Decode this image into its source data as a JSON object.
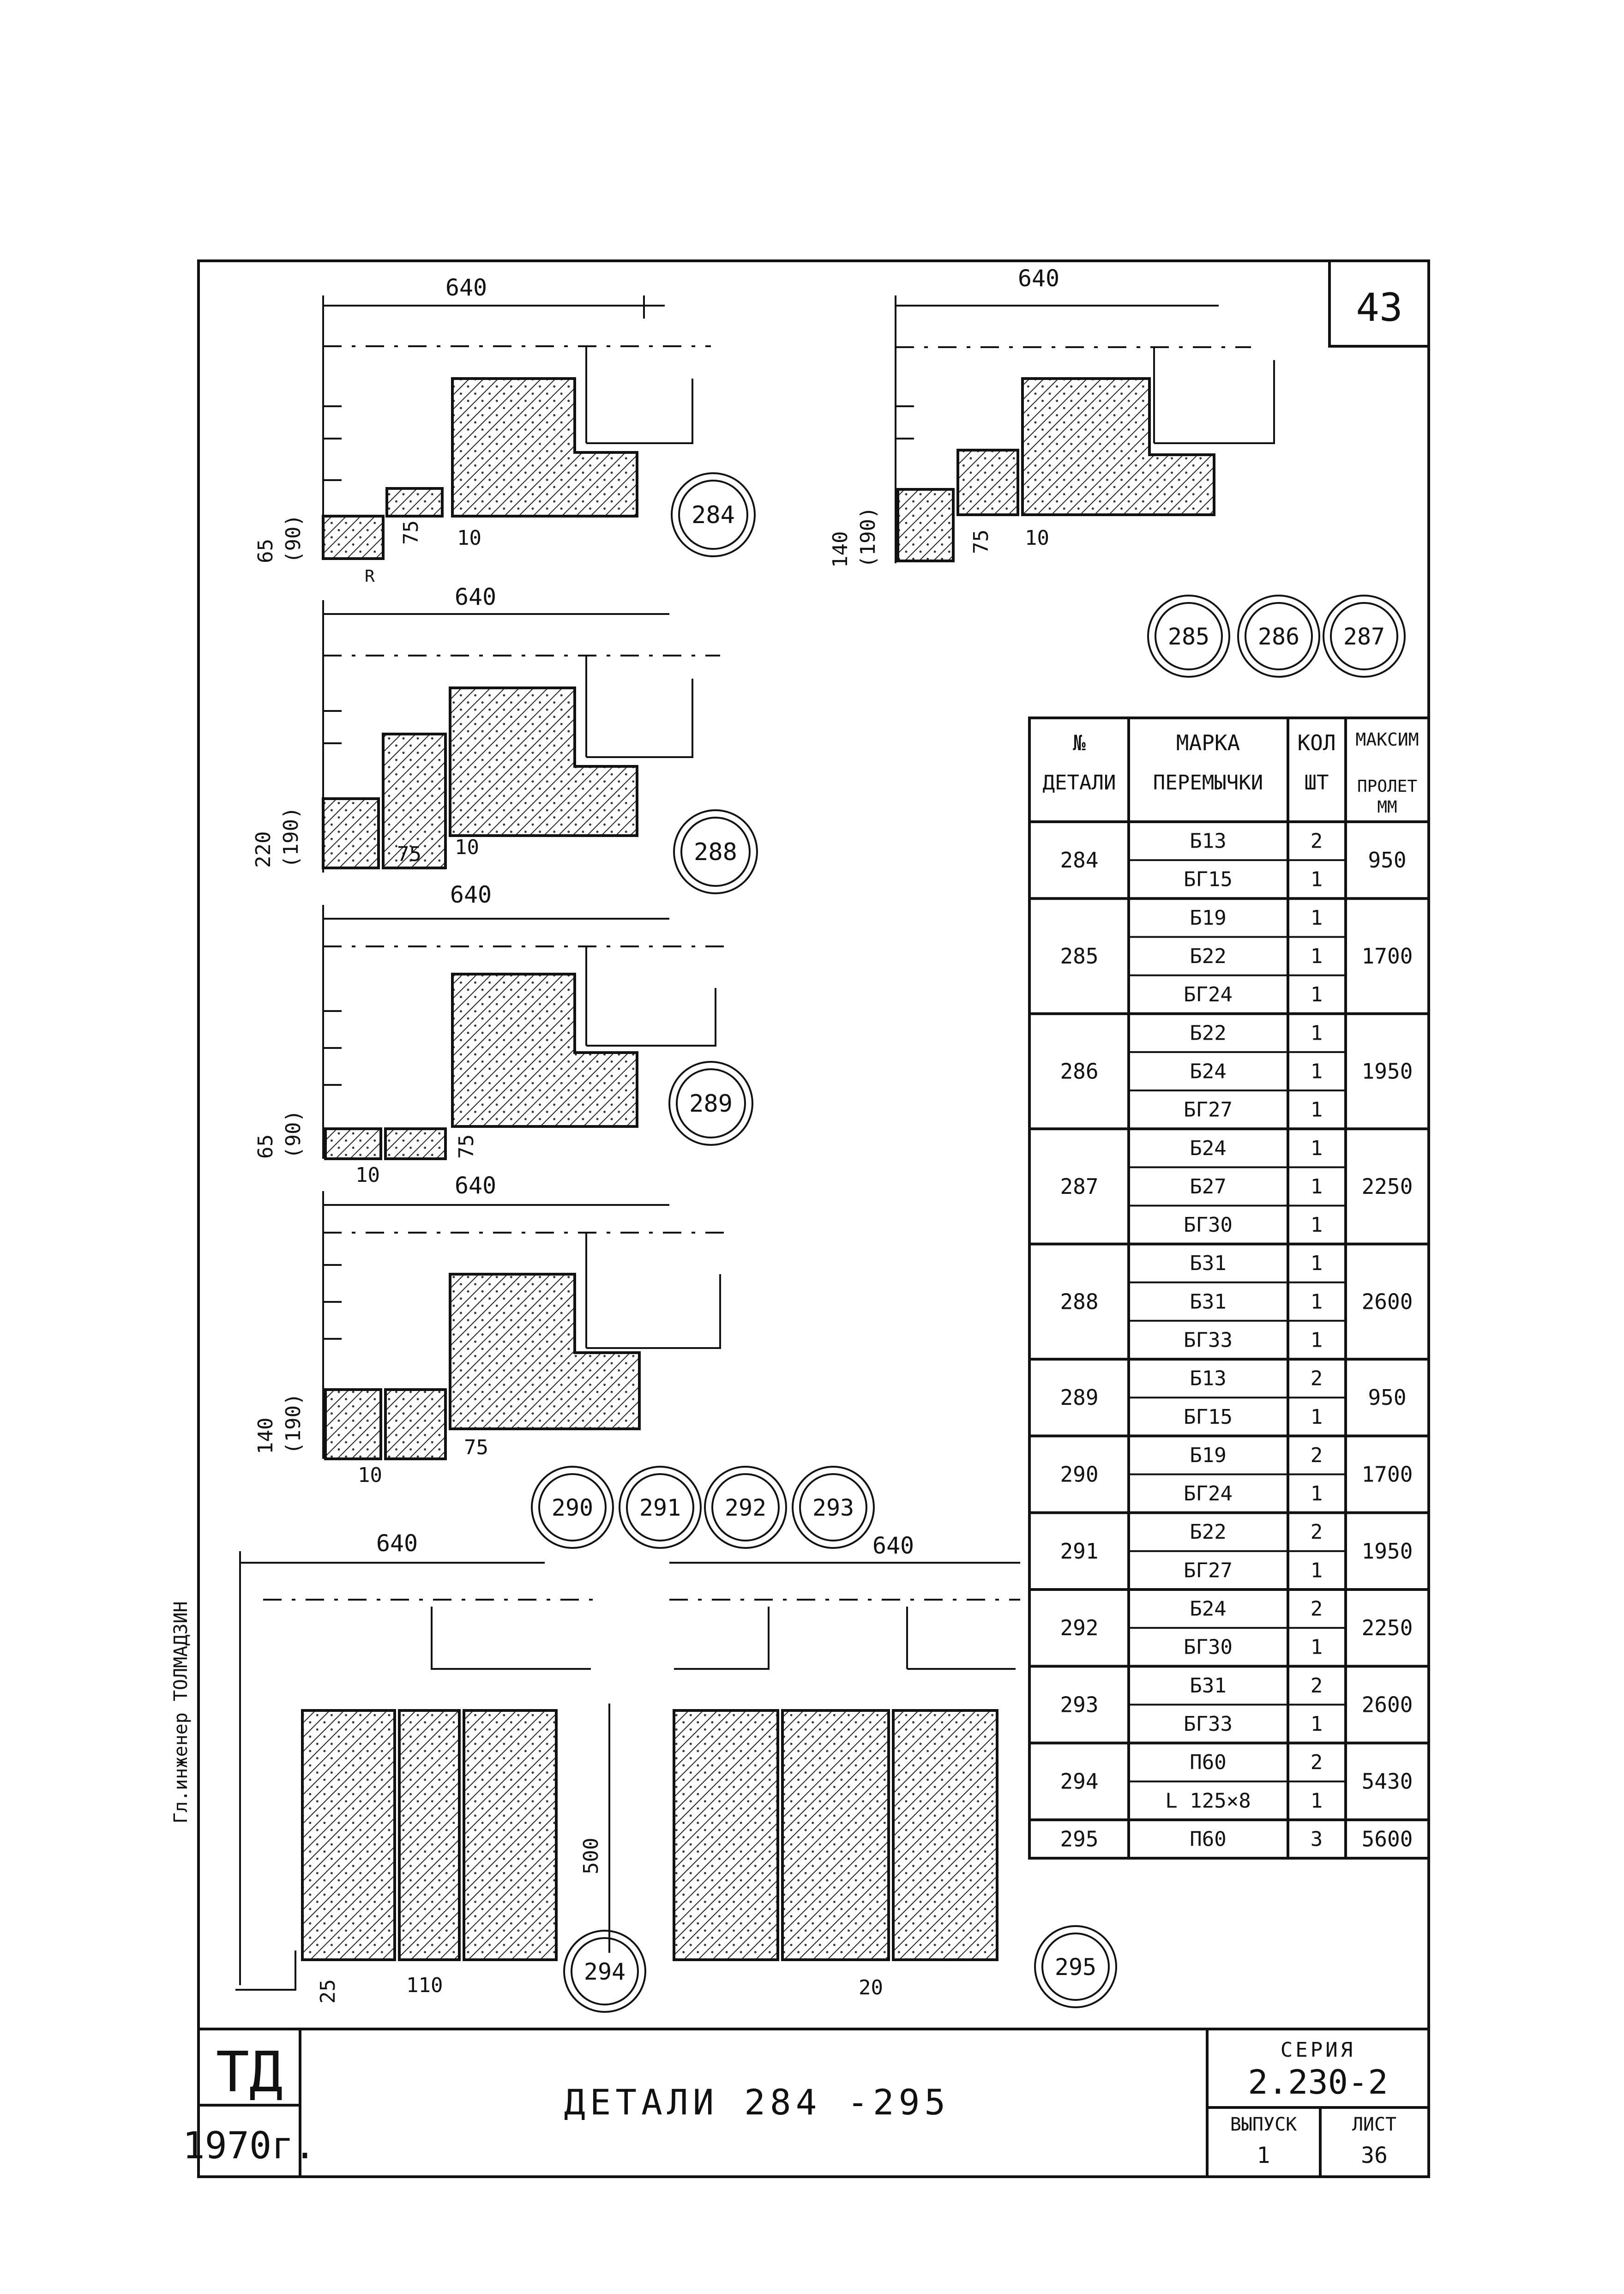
{
  "sheet_number": "43",
  "details": [
    {
      "id": "284",
      "dims": {
        "width": "640",
        "heights": [
          "65",
          "(90)"
        ],
        "offsets": [
          "75",
          "10"
        ]
      },
      "label_r": "R"
    },
    {
      "id": "288",
      "dims": {
        "width": "640",
        "heights": [
          "220",
          "(190)"
        ],
        "offsets": [
          "75",
          "10"
        ]
      }
    },
    {
      "id": "289",
      "dims": {
        "width": "640",
        "heights": [
          "65",
          "(90)"
        ],
        "offsets": [
          "10",
          "75"
        ]
      }
    },
    {
      "id": "290",
      "dims": {
        "width": "640",
        "heights": [
          "140",
          "(190)"
        ],
        "offsets": [
          "10",
          "75"
        ]
      }
    },
    {
      "id": "285-287",
      "dims": {
        "width": "640",
        "heights": [
          "140",
          "(190)"
        ],
        "offsets": [
          "75",
          "10"
        ]
      }
    },
    {
      "id": "294",
      "dims": {
        "width": "640",
        "height": "500",
        "offsets": [
          "25",
          "110"
        ]
      }
    },
    {
      "id": "295",
      "dims": {
        "offsets": [
          "20"
        ]
      }
    }
  ],
  "markers_top": [
    "285",
    "286",
    "287"
  ],
  "markers_mid": [
    "290",
    "291",
    "292",
    "293"
  ],
  "marker_284": "284",
  "marker_288": "288",
  "marker_289": "289",
  "marker_294": "294",
  "marker_295": "295",
  "table": {
    "headers": [
      [
        "№",
        "ДЕТАЛИ"
      ],
      [
        "МАРКА",
        "ПЕРЕМЫЧКИ"
      ],
      [
        "КОЛ",
        "ШТ"
      ],
      [
        "МАКСИМ",
        "ПРОЛЕТ",
        "ММ"
      ]
    ],
    "rows": [
      {
        "detail": "284",
        "items": [
          {
            "mark": "Б13",
            "qty": "2"
          },
          {
            "mark": "БГ15",
            "qty": "1"
          }
        ],
        "span": "950"
      },
      {
        "detail": "285",
        "items": [
          {
            "mark": "Б19",
            "qty": "1"
          },
          {
            "mark": "Б22",
            "qty": "1"
          },
          {
            "mark": "БГ24",
            "qty": "1"
          }
        ],
        "span": "1700"
      },
      {
        "detail": "286",
        "items": [
          {
            "mark": "Б22",
            "qty": "1"
          },
          {
            "mark": "Б24",
            "qty": "1"
          },
          {
            "mark": "БГ27",
            "qty": "1"
          }
        ],
        "span": "1950"
      },
      {
        "detail": "287",
        "items": [
          {
            "mark": "Б24",
            "qty": "1"
          },
          {
            "mark": "Б27",
            "qty": "1"
          },
          {
            "mark": "БГ30",
            "qty": "1"
          }
        ],
        "span": "2250"
      },
      {
        "detail": "288",
        "items": [
          {
            "mark": "Б31",
            "qty": "1"
          },
          {
            "mark": "Б31",
            "qty": "1"
          },
          {
            "mark": "БГ33",
            "qty": "1"
          }
        ],
        "span": "2600"
      },
      {
        "detail": "289",
        "items": [
          {
            "mark": "Б13",
            "qty": "2"
          },
          {
            "mark": "БГ15",
            "qty": "1"
          }
        ],
        "span": "950"
      },
      {
        "detail": "290",
        "items": [
          {
            "mark": "Б19",
            "qty": "2"
          },
          {
            "mark": "БГ24",
            "qty": "1"
          }
        ],
        "span": "1700"
      },
      {
        "detail": "291",
        "items": [
          {
            "mark": "Б22",
            "qty": "2"
          },
          {
            "mark": "БГ27",
            "qty": "1"
          }
        ],
        "span": "1950"
      },
      {
        "detail": "292",
        "items": [
          {
            "mark": "Б24",
            "qty": "2"
          },
          {
            "mark": "БГ30",
            "qty": "1"
          }
        ],
        "span": "2250"
      },
      {
        "detail": "293",
        "items": [
          {
            "mark": "Б31",
            "qty": "2"
          },
          {
            "mark": "БГ33",
            "qty": "1"
          }
        ],
        "span": "2600"
      },
      {
        "detail": "294",
        "items": [
          {
            "mark": "П60",
            "qty": "2"
          },
          {
            "mark": "L 125×8",
            "qty": "1"
          }
        ],
        "span": "5430"
      },
      {
        "detail": "295",
        "items": [
          {
            "mark": "П60",
            "qty": "3"
          }
        ],
        "span": "5600"
      }
    ]
  },
  "title_block": {
    "org": "ТД",
    "year": "1970г.",
    "title": "ДЕТАЛИ 284 -295",
    "series_label": "СЕРИЯ",
    "series": "2.230-2",
    "issue_label": "ВЫПУСК",
    "issue": "1",
    "sheet_label": "ЛИСТ",
    "sheet": "36"
  },
  "side_note": "Гл.инженер  ТОЛМАДЗИН"
}
